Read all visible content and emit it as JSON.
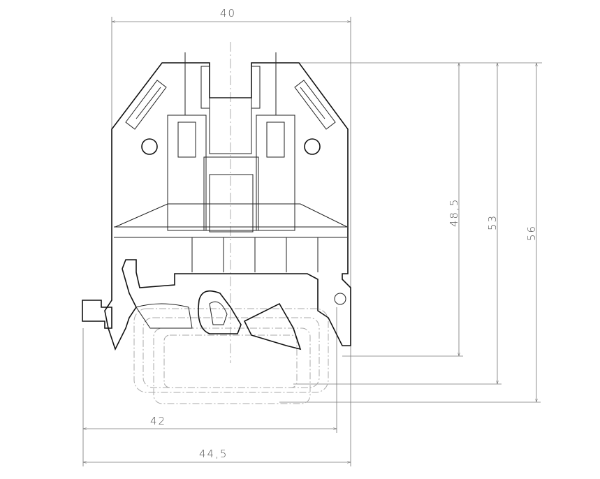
{
  "drawing": {
    "title": "Terminal block dimension drawing",
    "dimensions": {
      "width_top": "40",
      "height_1": "48,5",
      "height_2": "53",
      "height_3": "56",
      "width_bottom_1": "42",
      "width_bottom_2": "44,5"
    },
    "line_color": "#111111",
    "dimension_color": "#777777"
  }
}
